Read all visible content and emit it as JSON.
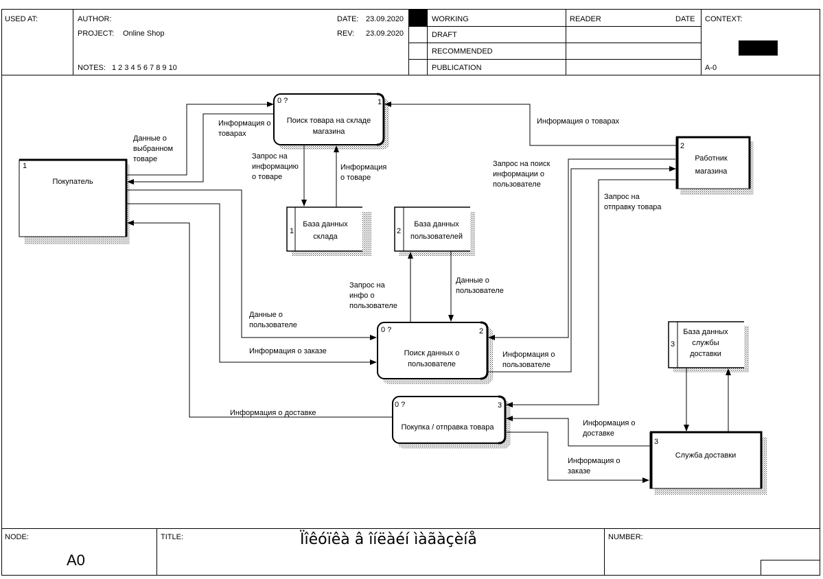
{
  "header": {
    "used_at": "USED AT:",
    "author": "AUTHOR:",
    "project_label": "PROJECT:",
    "project": "Online Shop",
    "notes_label": "NOTES:",
    "notes": "1  2  3  4  5  6  7  8  9  10",
    "date_label": "DATE:",
    "date": "23.09.2020",
    "rev_label": "REV:",
    "rev": "23.09.2020",
    "status": [
      "WORKING",
      "DRAFT",
      "RECOMMENDED",
      "PUBLICATION"
    ],
    "reader": "READER",
    "reader_date": "DATE",
    "context": "CONTEXT:",
    "context_node": "A-0"
  },
  "footer": {
    "node_label": "NODE:",
    "node": "A0",
    "title_label": "TITLE:",
    "title": "Ïîêóïêà â îíëàéí ìàãàçèíå",
    "number_label": "NUMBER:"
  },
  "diagram": {
    "entities": [
      {
        "id": "1",
        "label": "Покупатель"
      },
      {
        "id": "2",
        "label": "Работник магазина"
      },
      {
        "id": "3",
        "label": "Служба доставки"
      }
    ],
    "processes": [
      {
        "id": "1",
        "corner": "0 ?",
        "label": "Поиск товара на складе магазина"
      },
      {
        "id": "2",
        "corner": "0 ?",
        "label": "Поиск данных о пользователе"
      },
      {
        "id": "3",
        "corner": "0 ?",
        "label": "Покупка / отправка товара"
      }
    ],
    "stores": [
      {
        "id": "1",
        "label": "База данных склада"
      },
      {
        "id": "2",
        "label": "База данных пользователей"
      },
      {
        "id": "3",
        "label": "База данных службы доставки"
      }
    ],
    "flows": [
      "Данные о выбранном товаре",
      "Информация о товарах",
      "Запрос на информацию о товаре",
      "Информация о товаре",
      "Информация о товарах",
      "Запрос на поиск информации о пользователе",
      "Запрос на отправку товара",
      "Запрос на инфо о пользователе",
      "Данные о пользователе",
      "Данные о пользователе",
      "Информация о заказе",
      "Информация о пользователе",
      "Информация о доставке",
      "Информация о доставке",
      "Информация о заказе"
    ]
  }
}
